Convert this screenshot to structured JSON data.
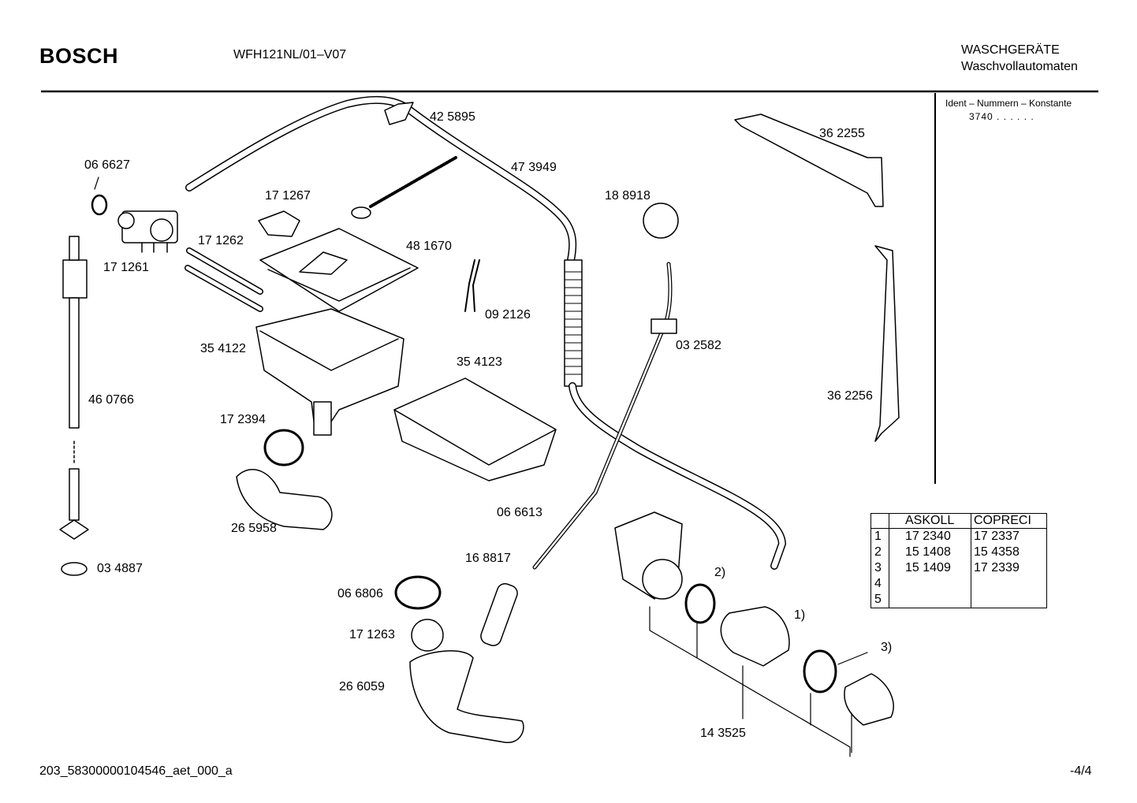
{
  "header": {
    "brand": "BOSCH",
    "model": "WFH121NL/01–V07",
    "category_line1": "WASCHGERÄTE",
    "category_line2": "Waschvollautomaten"
  },
  "ident": {
    "title": "Ident – Nummern – Konstante",
    "value": "3740 . . . . . ."
  },
  "parts": [
    {
      "id": "p425895",
      "number": "42 5895"
    },
    {
      "id": "p473949",
      "number": "47 3949"
    },
    {
      "id": "p066627",
      "number": "06 6627"
    },
    {
      "id": "p171267",
      "number": "17 1267"
    },
    {
      "id": "p171262",
      "number": "17 1262"
    },
    {
      "id": "p481670",
      "number": "48 1670"
    },
    {
      "id": "p171261",
      "number": "17 1261"
    },
    {
      "id": "p188918",
      "number": "18 8918"
    },
    {
      "id": "p092126",
      "number": "09 2126"
    },
    {
      "id": "p362255",
      "number": "36 2255"
    },
    {
      "id": "p032582",
      "number": "03 2582"
    },
    {
      "id": "p354122",
      "number": "35 4122"
    },
    {
      "id": "p354123",
      "number": "35 4123"
    },
    {
      "id": "p460766",
      "number": "46 0766"
    },
    {
      "id": "p362256",
      "number": "36 2256"
    },
    {
      "id": "p172394",
      "number": "17 2394"
    },
    {
      "id": "p265958",
      "number": "26 5958"
    },
    {
      "id": "p066613",
      "number": "06 6613"
    },
    {
      "id": "p034887",
      "number": "03 4887"
    },
    {
      "id": "p168817",
      "number": "16 8817"
    },
    {
      "id": "p066806",
      "number": "06 6806"
    },
    {
      "id": "p171263",
      "number": "17 1263"
    },
    {
      "id": "p266059",
      "number": "26 6059"
    },
    {
      "id": "p143525",
      "number": "14 3525"
    },
    {
      "id": "ref2",
      "number": "2)"
    },
    {
      "id": "ref1",
      "number": "1)"
    },
    {
      "id": "ref3",
      "number": "3)"
    }
  ],
  "variant_table": {
    "headers": [
      "",
      "ASKOLL",
      "COPRECI"
    ],
    "rows": [
      [
        "1",
        "17 2340",
        "17 2337"
      ],
      [
        "2",
        "15 1408",
        "15 4358"
      ],
      [
        "3",
        "15 1409",
        "17 2339"
      ],
      [
        "4",
        "",
        ""
      ],
      [
        "5",
        "",
        ""
      ]
    ]
  },
  "footer": {
    "doc_id": "203_58300000104546_aet_000_a",
    "page": "-4/4"
  }
}
